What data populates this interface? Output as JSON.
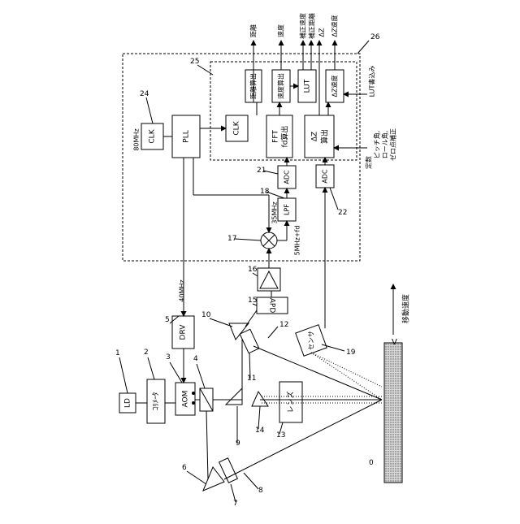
{
  "components": {
    "ld": "LD",
    "collimator": "ｺﾘﾒｰﾀ",
    "aom": "AOM",
    "drv": "DRV",
    "pll": "PLL",
    "clk_source": "CLK",
    "clk_inner": "CLK",
    "apd": "APD",
    "lpf": "LPF",
    "adc_main": "ADC",
    "adc_sensor": "ADC",
    "lens": "レンズ",
    "sensor": "センサ",
    "fft_line1": "FFT",
    "fft_line2": "fd算出",
    "dz_line1": "ΔZ",
    "dz_line2": "算出",
    "distance_calc": "距離算出",
    "speed_calc": "速度算出",
    "lut": "LUT",
    "dz_speed_calc": "ΔZ速度"
  },
  "signals": {
    "f80": "80MHz",
    "f40": "40MHz",
    "f35": "35MHz",
    "f5": "5MHz+fd"
  },
  "outputs": {
    "distance": "距離",
    "speed": "速度",
    "corrected_speed": "補正速度",
    "corrected_distance": "補正距離",
    "dz": "ΔZ",
    "dz_speed": "ΔZ速度"
  },
  "inputs": {
    "lut_write": "LUT書込み",
    "const_line1": "定数",
    "const_line2": "ピッチ角,",
    "const_line3": "ロール角,",
    "const_line4": "ゼロ点補正"
  },
  "target": {
    "arrow_v": "V",
    "label": "移動速度"
  },
  "refs": {
    "r0": "0",
    "r1": "1",
    "r2": "2",
    "r3": "3",
    "r4": "4",
    "r5": "5",
    "r6": "6",
    "r7": "7",
    "r8": "8",
    "r9": "9",
    "r10": "10",
    "r11": "11",
    "r12": "12",
    "r13": "13",
    "r14": "14",
    "r15": "15",
    "r16": "16",
    "r17": "17",
    "r18": "18",
    "r19": "19",
    "r21": "21",
    "r22": "22",
    "r24": "24",
    "r25": "25",
    "r26": "26"
  }
}
